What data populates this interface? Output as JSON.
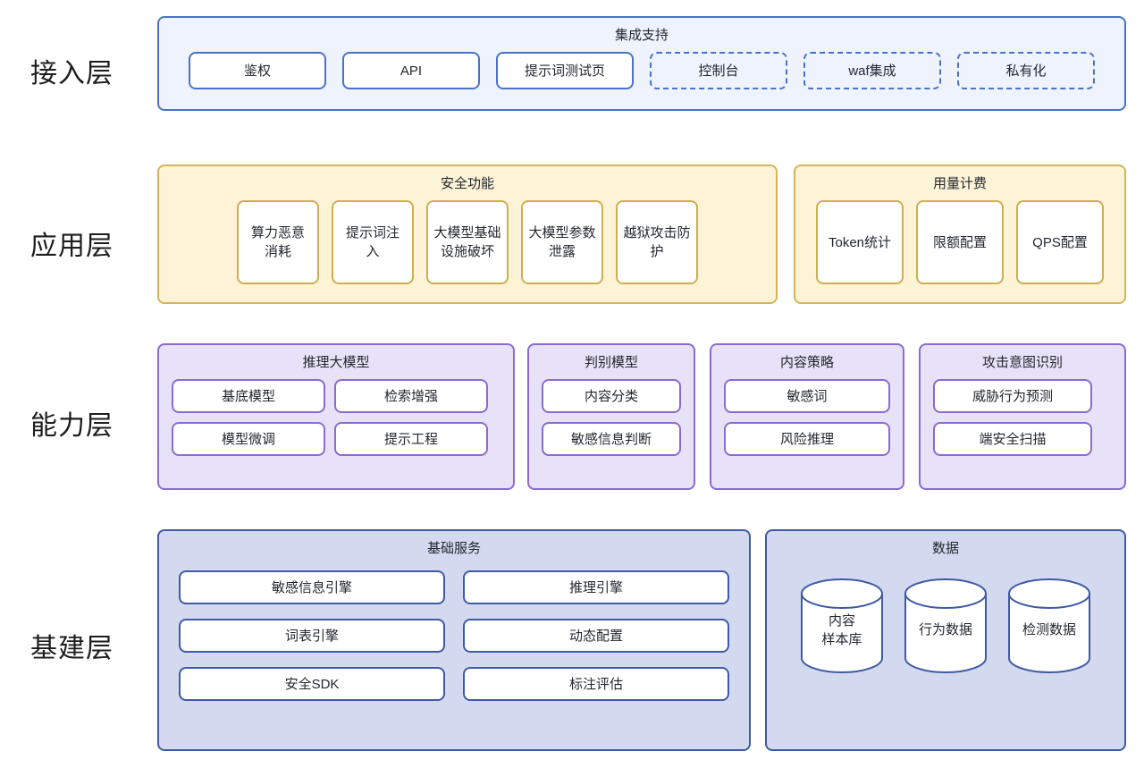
{
  "diagram": {
    "title_layers": [
      "接入层",
      "应用层",
      "能力层",
      "基建层"
    ],
    "colors": {
      "access_fill": "#eef3fd",
      "access_border": "#4a72c8",
      "application_fill": "#fdf3d6",
      "application_border": "#d5b451",
      "capability_fill": "#e8e2f8",
      "capability_border": "#8a6bd1",
      "infrastructure_fill": "#d3d9ef",
      "infrastructure_border": "#3f5aa6",
      "node_fill": "#ffffff"
    }
  },
  "layers": {
    "access": {
      "label": "接入层",
      "group": {
        "title": "集成支持",
        "nodes": [
          {
            "label": "鉴权",
            "style": "solid"
          },
          {
            "label": "API",
            "style": "solid"
          },
          {
            "label": "提示词测试页",
            "style": "solid"
          },
          {
            "label": "控制台",
            "style": "dashed"
          },
          {
            "label": "waf集成",
            "style": "dashed"
          },
          {
            "label": "私有化",
            "style": "dashed"
          }
        ]
      }
    },
    "application": {
      "label": "应用层",
      "groups": [
        {
          "title": "安全功能",
          "nodes": [
            {
              "label": "算力恶意\n消耗"
            },
            {
              "label": "提示词注\n入"
            },
            {
              "label": "大模型基础\n设施破坏"
            },
            {
              "label": "大模型参数\n泄露"
            },
            {
              "label": "越狱攻击防\n护"
            }
          ]
        },
        {
          "title": "用量计费",
          "nodes": [
            {
              "label": "Token统计"
            },
            {
              "label": "限额配置"
            },
            {
              "label": "QPS配置"
            }
          ]
        }
      ]
    },
    "capability": {
      "label": "能力层",
      "groups": [
        {
          "title": "推理大模型",
          "rows": [
            [
              "基底模型",
              "检索增强"
            ],
            [
              "模型微调",
              "提示工程"
            ]
          ]
        },
        {
          "title": "判别模型",
          "rows": [
            [
              "内容分类"
            ],
            [
              "敏感信息判断"
            ]
          ]
        },
        {
          "title": "内容策略",
          "rows": [
            [
              "敏感词"
            ],
            [
              "风险推理"
            ]
          ]
        },
        {
          "title": "攻击意图识别",
          "rows": [
            [
              "威胁行为预测"
            ],
            [
              "端安全扫描"
            ]
          ]
        }
      ]
    },
    "infrastructure": {
      "label": "基建层",
      "groups": [
        {
          "title": "基础服务",
          "rows": [
            [
              "敏感信息引擎",
              "推理引擎"
            ],
            [
              "词表引擎",
              "动态配置"
            ],
            [
              "安全SDK",
              "标注评估"
            ]
          ]
        },
        {
          "title": "数据",
          "cylinders": [
            {
              "label": "内容\n样本库"
            },
            {
              "label": "行为数据"
            },
            {
              "label": "检测数据"
            }
          ]
        }
      ]
    }
  }
}
